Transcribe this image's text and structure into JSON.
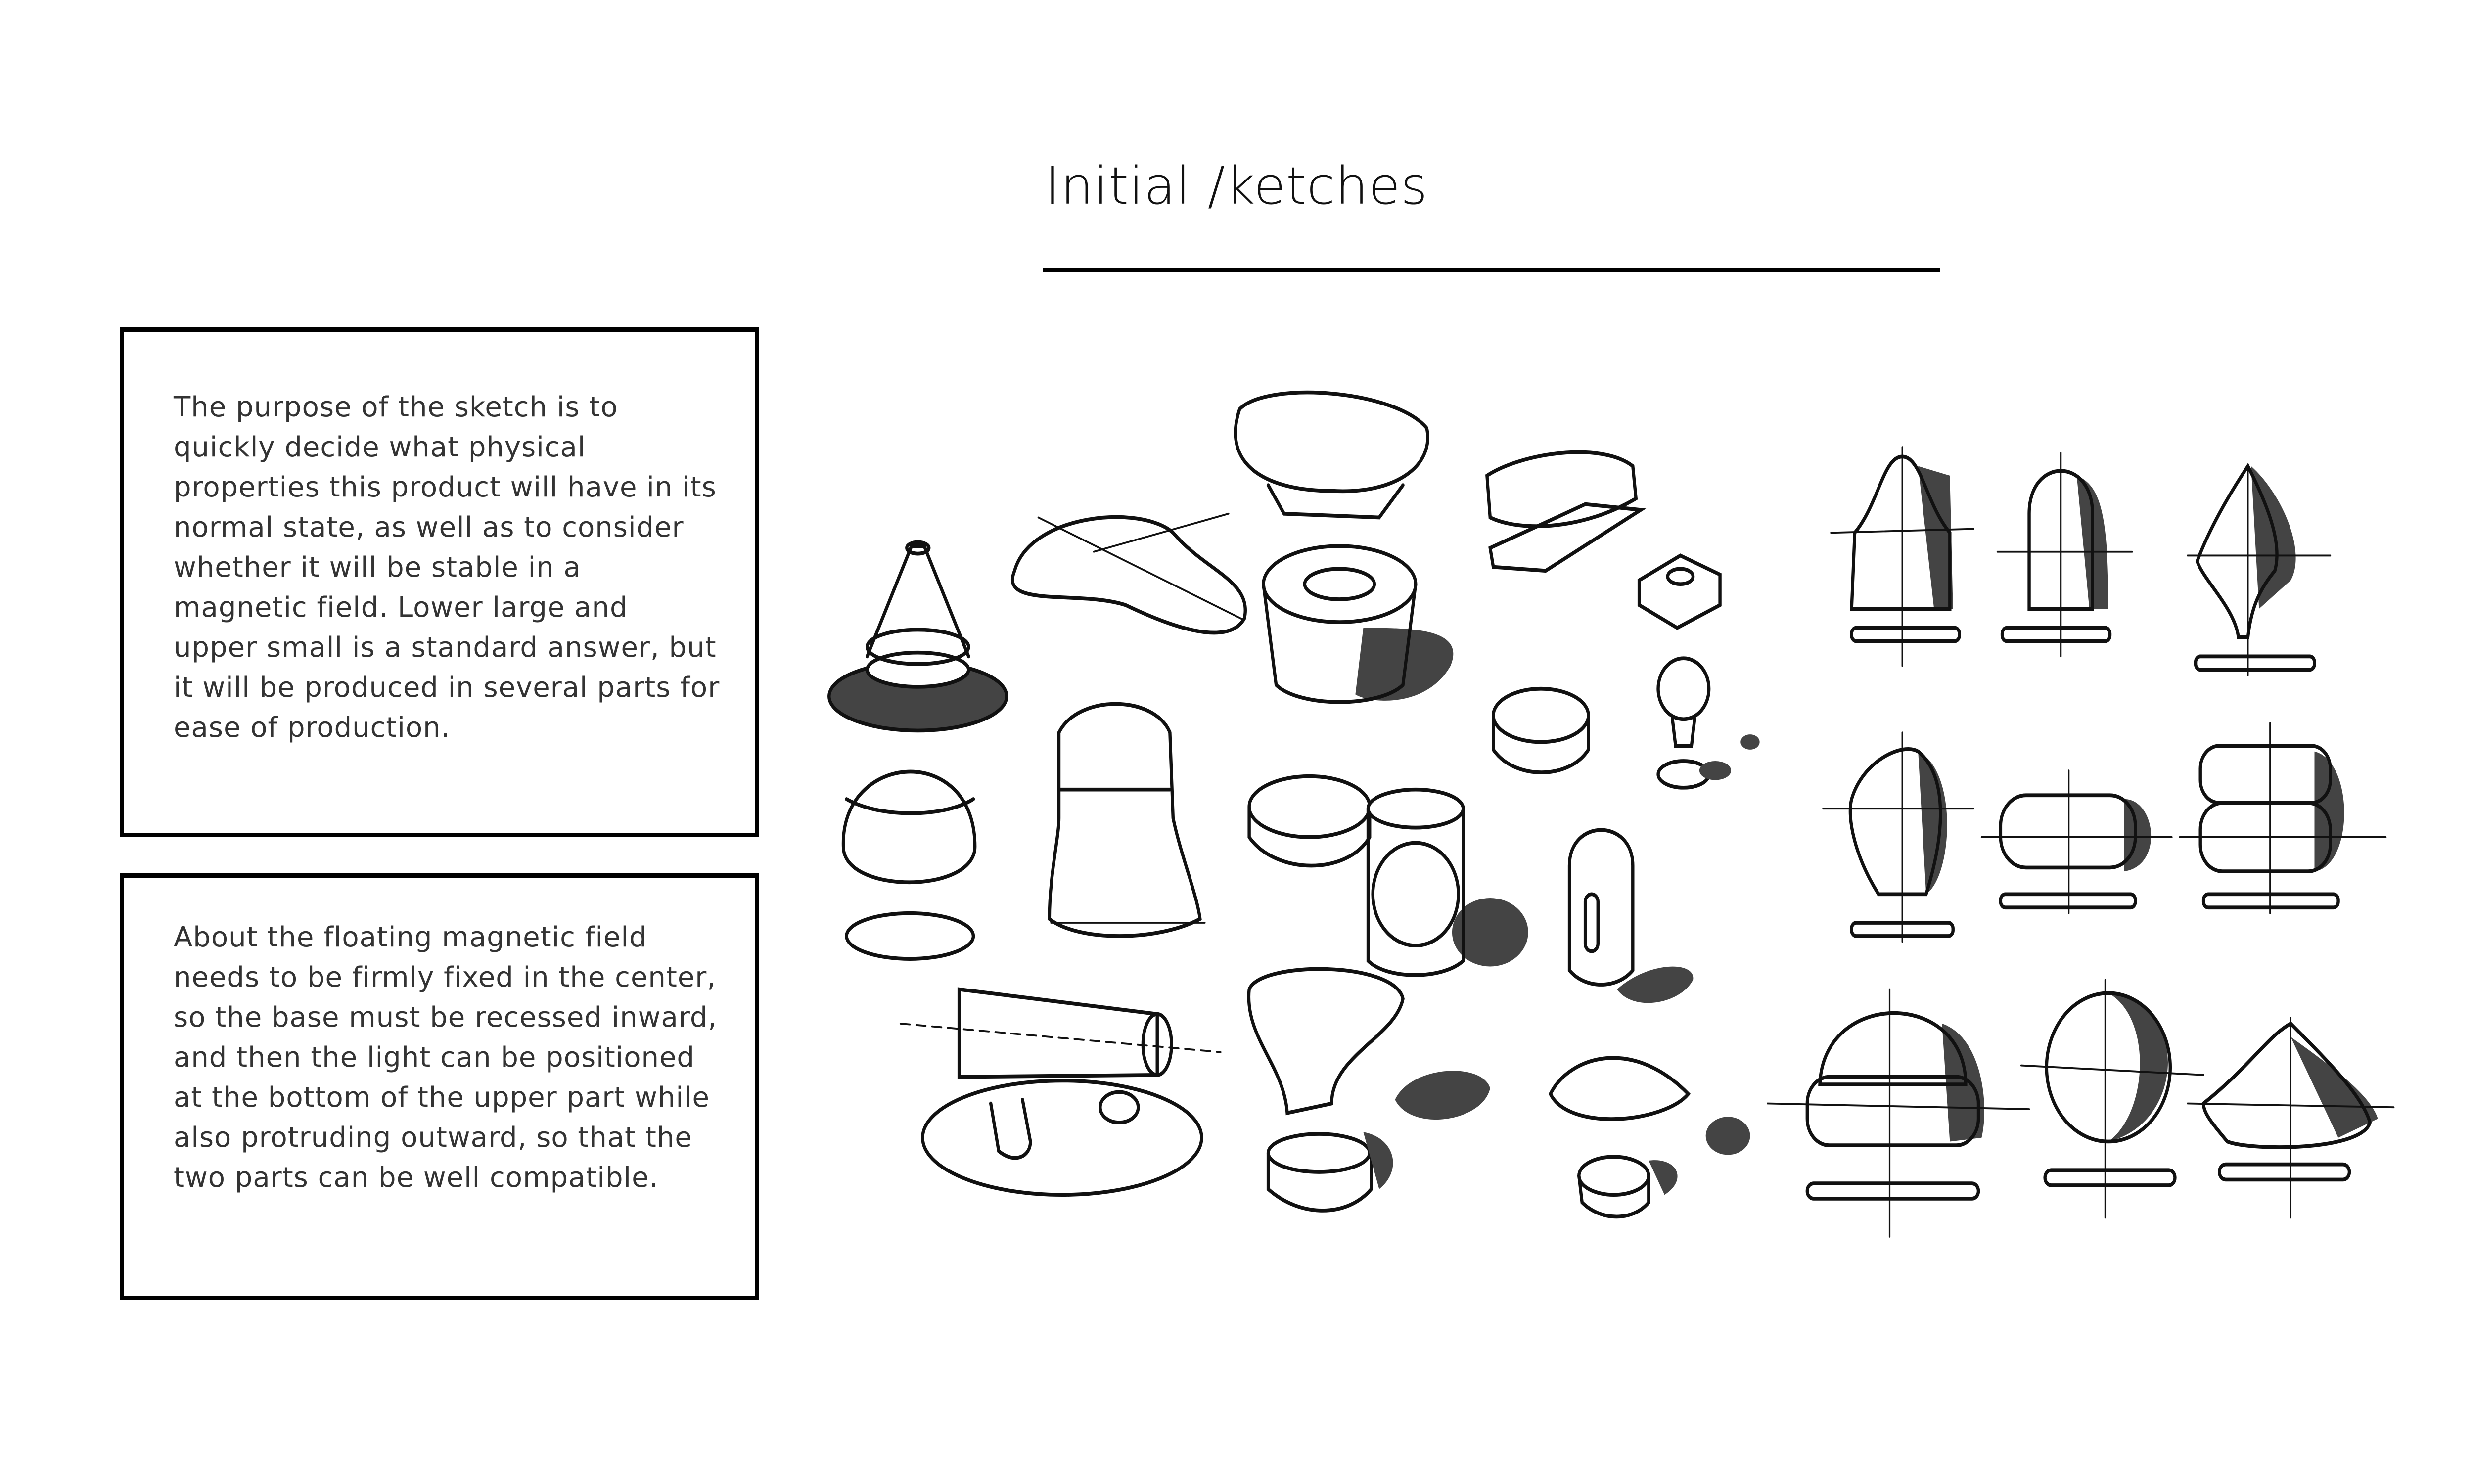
{
  "header": {
    "title": "Initial /ketches"
  },
  "notes": [
    {
      "text": "The purpose of the sketch is to quickly decide what physical properties this product will have in its normal state, as well as to consider whether it will be stable in a magnetic field. Lower large and upper small is a standard answer, but it will be produced in several parts for ease of production."
    },
    {
      "text": "About the floating magnetic field needs to be firmly fixed in the center, so the base must be recessed inward, and then the light can be positioned at the bottom of the upper part while also protruding outward, so that the two parts can be well compatible."
    }
  ],
  "colors": {
    "ink": "#111111",
    "shadow": "#444444",
    "text": "#333333"
  }
}
